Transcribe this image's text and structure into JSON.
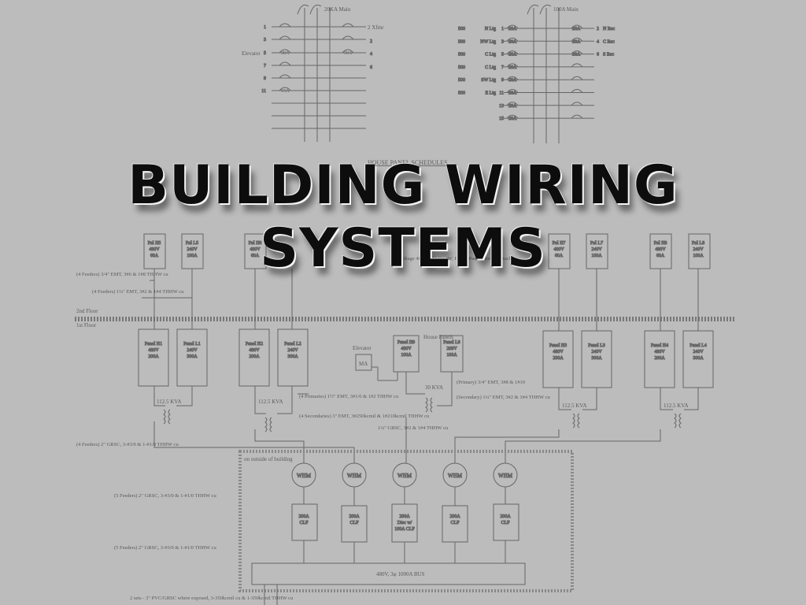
{
  "slide": {
    "title_line1": "BUILDING WIRING",
    "title_line2": "SYSTEMS"
  },
  "panel_schedules": {
    "heading": "HOUSE PANEL SCHEDULES",
    "left": {
      "main": "20KA Main",
      "elevator_label": "Elevator",
      "xfmr_label": "2 Xfmr",
      "row_numbers_left": [
        "1",
        "3",
        "5",
        "7",
        "9",
        "11"
      ],
      "row_numbers_right": [
        "2",
        "4",
        "6"
      ],
      "breakers": [
        "30A",
        "50A",
        "15A"
      ]
    },
    "right": {
      "main": "100A Main",
      "circuits": [
        {
          "w": "500",
          "name": "N Ltg",
          "n": "1",
          "a": "20A",
          "b": "20A",
          "rn": "2",
          "rname": "N Rec"
        },
        {
          "w": "500",
          "name": "NW Ltg",
          "n": "3",
          "a": "20A",
          "b": "20A",
          "rn": "4",
          "rname": "C Rec"
        },
        {
          "w": "500",
          "name": "C Ltg",
          "n": "5",
          "a": "20A",
          "b": "20A",
          "rn": "6",
          "rname": "S Rec"
        },
        {
          "w": "500",
          "name": "C Ltg",
          "n": "7",
          "a": "20A",
          "b": "",
          "rn": "",
          "rname": ""
        },
        {
          "w": "500",
          "name": "SW Ltg",
          "n": "9",
          "a": "20A",
          "b": "",
          "rn": "",
          "rname": ""
        },
        {
          "w": "500",
          "name": "E Ltg",
          "n": "11",
          "a": "20A",
          "b": "",
          "rn": "",
          "rname": ""
        },
        {
          "w": "",
          "name": "",
          "n": "13",
          "a": "20A",
          "b": "",
          "rn": "",
          "rname": ""
        },
        {
          "w": "",
          "name": "",
          "n": "15",
          "a": "20A",
          "b": "",
          "rn": "",
          "rname": ""
        }
      ]
    }
  },
  "floors": {
    "second": "2nd Floor",
    "first": "1st Floor"
  },
  "upper_panels": [
    {
      "title": "Pnl H5",
      "volts": "480V",
      "amps": "60A"
    },
    {
      "title": "Pnl L5",
      "volts": "240V",
      "amps": "100A"
    },
    {
      "title": "Pnl H6",
      "volts": "480V",
      "amps": "60A"
    },
    {
      "title": "Pnl H7",
      "volts": "480V",
      "amps": "60A"
    },
    {
      "title": "Pnl L7",
      "volts": "240V",
      "amps": "100A"
    },
    {
      "title": "Pnl H8",
      "volts": "480V",
      "amps": "60A"
    },
    {
      "title": "Pnl L8",
      "volts": "240V",
      "amps": "100A"
    }
  ],
  "lower_panels": [
    {
      "title": "Panel H1",
      "volts": "480V",
      "amps": "200A"
    },
    {
      "title": "Panel L1",
      "volts": "240V",
      "amps": "300A"
    },
    {
      "title": "Panel H2",
      "volts": "480V",
      "amps": "200A"
    },
    {
      "title": "Panel L2",
      "volts": "240V",
      "amps": "300A"
    },
    {
      "title": "Panel H9",
      "volts": "480V",
      "amps": "100A"
    },
    {
      "title": "Panel L9",
      "volts": "208V",
      "amps": "100A"
    },
    {
      "title": "Panel H3",
      "volts": "480V",
      "amps": "200A"
    },
    {
      "title": "Panel L3",
      "volts": "240V",
      "amps": "300A"
    },
    {
      "title": "Panel H4",
      "volts": "480V",
      "amps": "200A"
    },
    {
      "title": "Panel L4",
      "volts": "240V",
      "amps": "300A"
    }
  ],
  "elevator": {
    "label": "Elevator",
    "unit": "MA"
  },
  "house_panels_label": "House Panels",
  "notes": {
    "feeders_a": "(4 Feeders) 3/4\" EMT, 3#6 & 1#8 THHW cu",
    "feeders_b": "(4 Feeders) 1¼\" EMT, 3#2 & 1#4 THHW cu",
    "voltage_note": "Voltage 480/277V, 3φ 4W, House Panels, for receptacles",
    "primaries": "(4 Primaries) 1½\" EMT, 3#1/0 & 1#2 THHW cu",
    "secondaries": "(4 Secondaries) 3\" EMT, 3#250kcmil & 1#210kcmil THHW cu",
    "grsc_small": "1¼\" GRSC, 3#2 & 1#4 THHW cu",
    "xfmr_30": "30 KVA",
    "primary_emt": "(Primary) 3/4\" EMT, 3#8 & 1#10",
    "secondary_emt": "(Secondary) 1¼\" EMT, 3#2 & 1#4 THHW cu",
    "feeders_grsc": "(4 Feeders) 2\" GRSC, 3-#3/0 & 1-#1/0 THHW cu",
    "feeders_grsc_b": "(5 Feeders) 2\" GRSC, 3-#3/0 & 1-#1/0 THHW cu",
    "feeders_grsc_c": "(5 Feeders) 2\" GRSC, 3-#3/0 & 1-#1/0 THHW cu",
    "outside": "on outside of building",
    "conduit": "2 sets - 3\" PVC/GRSC where exposed, 3-350kcmil cu & 1-350kcmil THHW cu"
  },
  "kva": {
    "a": "112.5 KVA",
    "b": "112.5 KVA",
    "c": "112.5 KVA",
    "d": "112.5 KVA"
  },
  "meters": [
    "WHM",
    "WHM",
    "WHM",
    "WHM",
    "WHM"
  ],
  "clf": [
    {
      "a": "200A",
      "b": "CLF",
      "c": ""
    },
    {
      "a": "200A",
      "b": "CLF",
      "c": ""
    },
    {
      "a": "200A",
      "b": "Disc w/",
      "c": "100A CLF"
    },
    {
      "a": "200A",
      "b": "CLF",
      "c": ""
    },
    {
      "a": "200A",
      "b": "CLF",
      "c": ""
    }
  ],
  "bus": "480V, 3φ 1000A BUS"
}
